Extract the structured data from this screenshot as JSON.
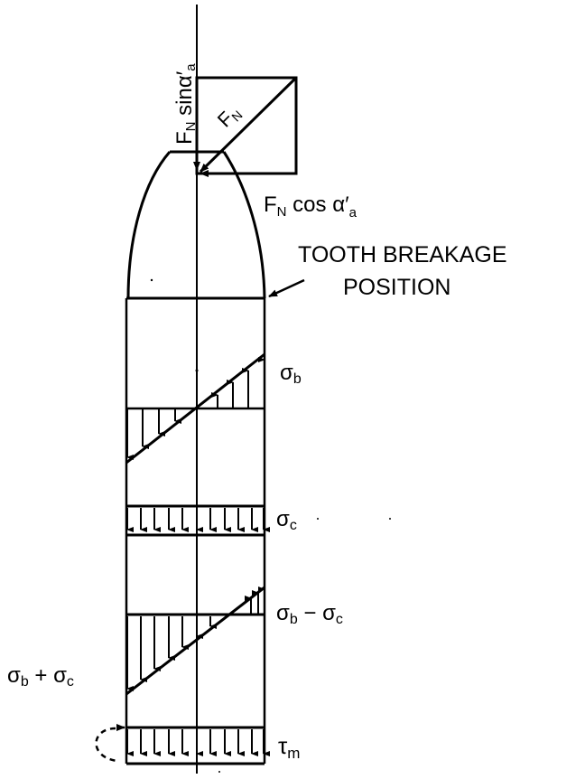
{
  "diagram": {
    "type": "engineering-stress-diagram",
    "subject": "Gear tooth loading and root stress distribution",
    "labels": {
      "force_radial": "F",
      "force_radial_sub": "N",
      "force_radial_rest": " sinα′",
      "force_radial_sub2": "a",
      "force_normal": "F",
      "force_normal_sub": "N",
      "force_tangential": "F",
      "force_tangential_sub": "N",
      "force_tangential_rest": " cos  α′",
      "force_tangential_sub2": "a",
      "breakage_line1": "TOOTH BREAKAGE",
      "breakage_line2": "POSITION",
      "bending_stress": "σ",
      "bending_stress_sub": "b",
      "compressive_stress": "σ",
      "compressive_stress_sub": "c",
      "diff_stress_a": "σ",
      "diff_stress_a_sub": "b",
      "diff_stress_op": "  −  ",
      "diff_stress_b": "σ",
      "diff_stress_b_sub": "c",
      "sum_stress_a": "σ",
      "sum_stress_a_sub": "b",
      "sum_stress_op": "  +  ",
      "sum_stress_b": "σ",
      "sum_stress_b_sub": "c",
      "shear_stress": "τ",
      "shear_stress_sub": "m"
    },
    "panels": [
      {
        "name": "bending",
        "label": "σb",
        "distribution": "linear, tension right / compression left"
      },
      {
        "name": "compression",
        "label": "σc",
        "distribution": "uniform"
      },
      {
        "name": "combined",
        "label_right": "σb − σc",
        "label_left": "σb + σc",
        "distribution": "linear, shifted"
      },
      {
        "name": "shear",
        "label": "τm",
        "distribution": "uniform"
      }
    ],
    "colors": {
      "stroke": "#000000",
      "background": "#ffffff"
    }
  }
}
